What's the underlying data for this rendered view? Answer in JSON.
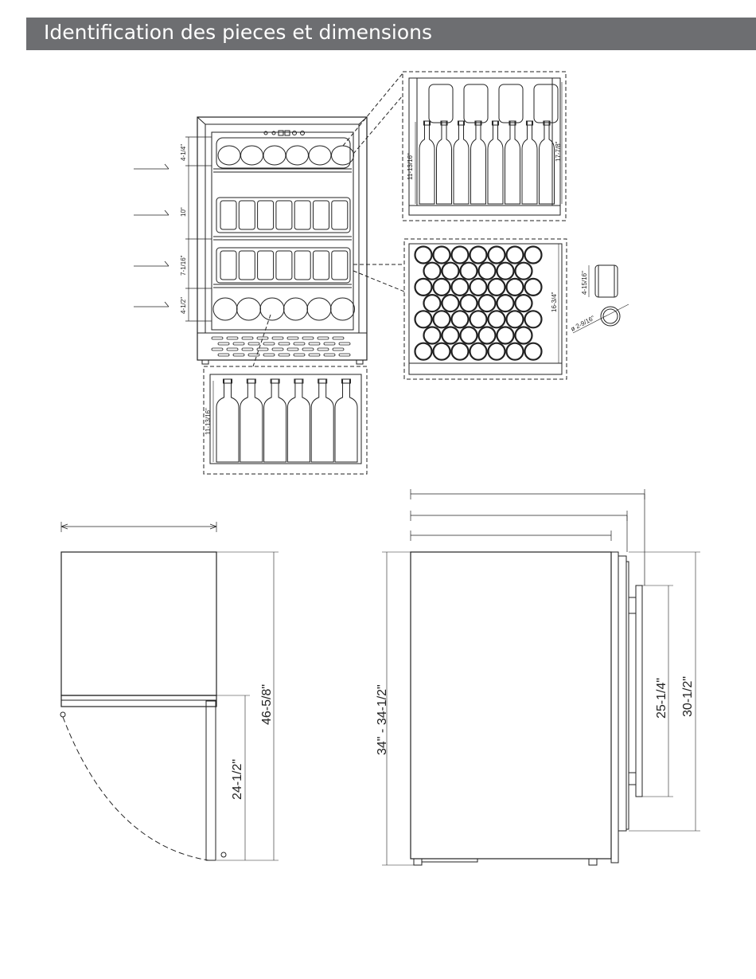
{
  "header": {
    "title": "Identification des pieces et dimensions",
    "bg": "#6d6e71"
  },
  "front_shelf_dims": [
    "4-1/4\"",
    "10\"",
    "7-1/16\"",
    "4-1/2\""
  ],
  "detail_upper": {
    "height_left": "11-13/16\"",
    "height_right": "17-7/8\""
  },
  "detail_cans": {
    "tray_depth": "16-3/4\"",
    "can_height": "4-15/16\"",
    "can_diameter": "ø 2-9/16\""
  },
  "detail_bottom": {
    "bottle_height": "11-13/16\""
  },
  "top_view": {
    "door_open_depth": "46-5/8\"",
    "cabinet_depth": "24-1/2\""
  },
  "side_view": {
    "overall_height": "34\" - 34-1/2\"",
    "handle_length": "25-1/4\"",
    "door_height": "30-1/2\""
  },
  "colors": {
    "line": "#222222",
    "dash": "#444444"
  }
}
